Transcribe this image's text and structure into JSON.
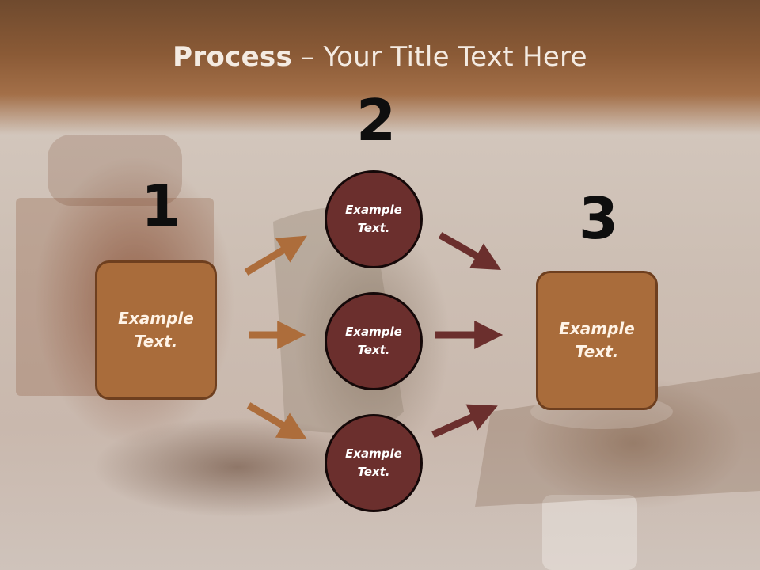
{
  "title": {
    "bold": "Process",
    "rest": " – Your Title Text Here"
  },
  "steps": [
    {
      "number": "1",
      "box_text": "Example Text."
    },
    {
      "number": "2",
      "circles": [
        "Example Text.",
        "Example Text.",
        "Example Text."
      ]
    },
    {
      "number": "3",
      "box_text": "Example Text."
    }
  ],
  "colors": {
    "left_arrows": "#ad6d3b",
    "right_arrows": "#6b2f2d",
    "box_fill": "#a96c3b",
    "circle_fill": "#6b2f2d"
  }
}
